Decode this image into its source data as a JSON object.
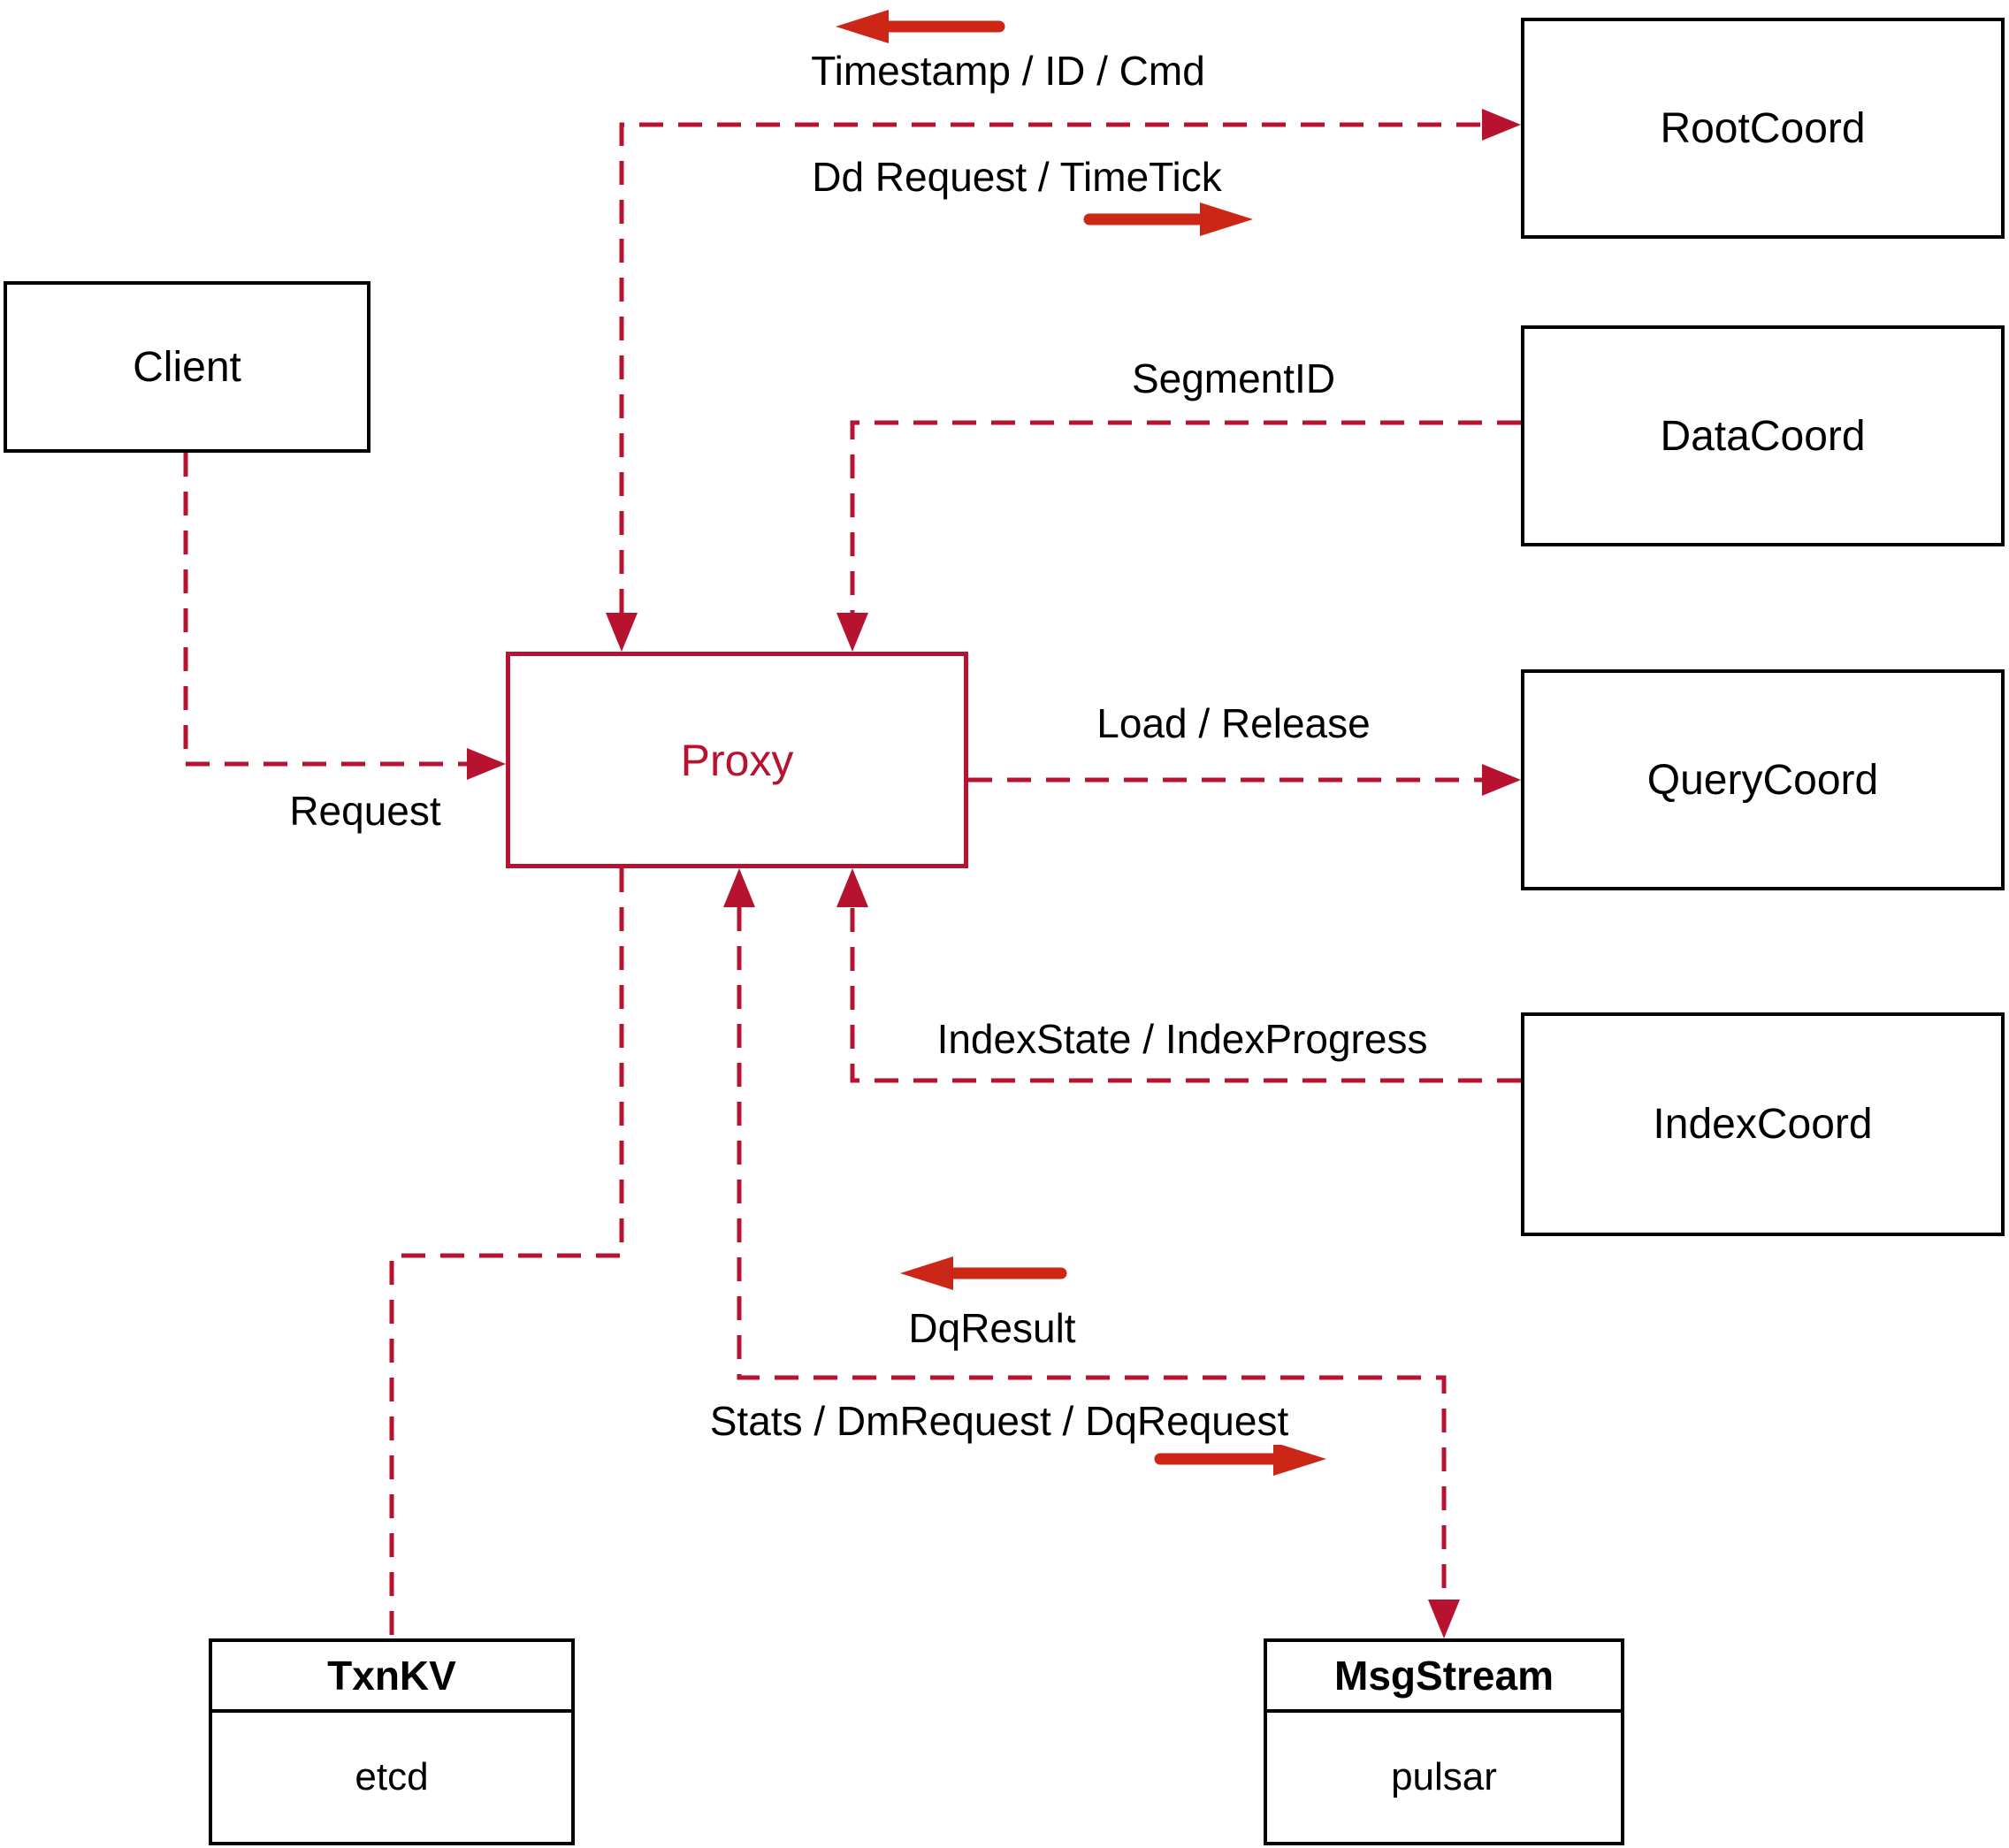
{
  "diagram": {
    "nodes": {
      "client": {
        "label": "Client"
      },
      "proxy": {
        "label": "Proxy"
      },
      "rootcoord": {
        "label": "RootCoord"
      },
      "datacoord": {
        "label": "DataCoord"
      },
      "querycoord": {
        "label": "QueryCoord"
      },
      "indexcoord": {
        "label": "IndexCoord"
      },
      "txnkv": {
        "title": "TxnKV",
        "subtitle": "etcd"
      },
      "msgstream": {
        "title": "MsgStream",
        "subtitle": "pulsar"
      }
    },
    "edge_labels": {
      "timestamp_id_cmd": "Timestamp / ID / Cmd",
      "dd_request_timetick": "Dd Request / TimeTick",
      "segment_id": "SegmentID",
      "load_release": "Load / Release",
      "index_state_progress": "IndexState / IndexProgress",
      "request": "Request",
      "dq_result": "DqResult",
      "stats_dmrequest_dqrequest": "Stats / DmRequest / DqRequest"
    },
    "colors": {
      "connector_red": "#b81231",
      "flow_arrow_red": "#cc2616",
      "box_border_black": "#000000",
      "background": "#ffffff"
    }
  }
}
